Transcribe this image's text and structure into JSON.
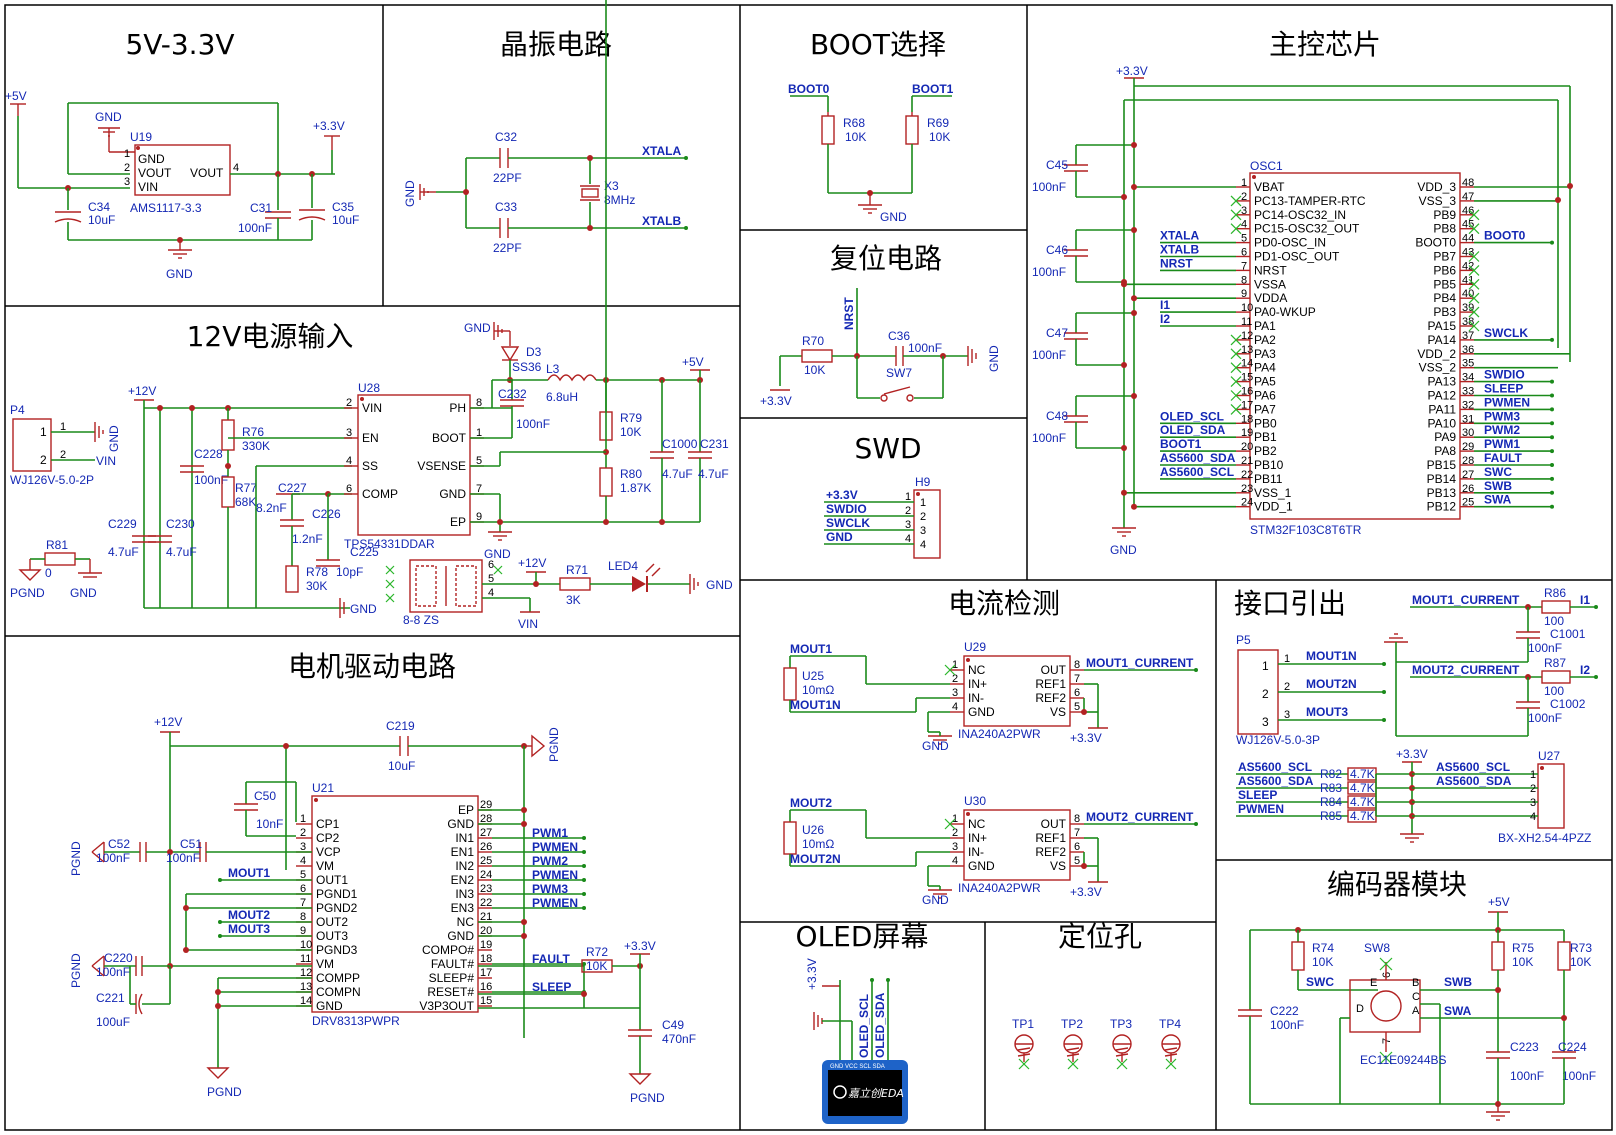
{
  "sections": {
    "s5v": "5V-3.3V",
    "osc": "晶振电路",
    "boot": "BOOT选择",
    "mcu": "主控芯片",
    "pwr12": "12V电源输入",
    "reset": "复位电路",
    "swd": "SWD",
    "motor": "电机驱动电路",
    "current": "电流检测",
    "iface": "接口引出",
    "encoder": "编码器模块",
    "oled": "OLED屏幕",
    "holes": "定位孔"
  },
  "ldo": {
    "net_5v": "+5V",
    "net_33": "+3.3V",
    "gnd": "GND",
    "gnd2": "GND",
    "ref": "U19",
    "part": "AMS1117-3.3",
    "p1": "GND",
    "p2": "VOUT",
    "p3": "VIN",
    "p4": "VOUT",
    "n1": "1",
    "n2": "2",
    "n3": "3",
    "n4": "4",
    "c34": "C34",
    "c34v": "10uF",
    "c31": "C31",
    "c31v": "100nF",
    "c35": "C35",
    "c35v": "10uF"
  },
  "osc": {
    "c32": "C32",
    "c32v": "22PF",
    "c33": "C33",
    "c33v": "22PF",
    "x3": "X3",
    "x3v": "8MHz",
    "xtala": "XTALA",
    "xtalb": "XTALB",
    "gnd": "GND"
  },
  "boot": {
    "boot0": "BOOT0",
    "boot1": "BOOT1",
    "r68": "R68",
    "r68v": "10K",
    "r69": "R69",
    "r69v": "10K",
    "gnd": "GND"
  },
  "reset": {
    "nrst": "NRST",
    "r70": "R70",
    "r70v": "10K",
    "c36": "C36",
    "c36v": "100nF",
    "sw": "SW7",
    "v33": "+3.3V",
    "gnd": "GND"
  },
  "swd": {
    "ref": "H9",
    "nets": [
      "+3.3V",
      "SWDIO",
      "SWCLK",
      "GND"
    ],
    "pins": [
      "1",
      "2",
      "3",
      "4"
    ]
  },
  "mcu": {
    "ref": "OSC1",
    "part": "STM32F103C8T6TR",
    "v33": "+3.3V",
    "gnd": "GND",
    "caps": [
      {
        "ref": "C45",
        "val": "100nF"
      },
      {
        "ref": "C46",
        "val": "100nF"
      },
      {
        "ref": "C47",
        "val": "100nF"
      },
      {
        "ref": "C48",
        "val": "100nF"
      }
    ],
    "left_pins": [
      {
        "n": "1",
        "name": "VBAT",
        "net": ""
      },
      {
        "n": "2",
        "name": "PC13-TAMPER-RTC",
        "net": ""
      },
      {
        "n": "3",
        "name": "PC14-OSC32_IN",
        "net": ""
      },
      {
        "n": "4",
        "name": "PC15-OSC32_OUT",
        "net": ""
      },
      {
        "n": "5",
        "name": "PD0-OSC_IN",
        "net": "XTALA"
      },
      {
        "n": "6",
        "name": "PD1-OSC_OUT",
        "net": "XTALB"
      },
      {
        "n": "7",
        "name": "NRST",
        "net": "NRST"
      },
      {
        "n": "8",
        "name": "VSSA",
        "net": ""
      },
      {
        "n": "9",
        "name": "VDDA",
        "net": ""
      },
      {
        "n": "10",
        "name": "PA0-WKUP",
        "net": "I1"
      },
      {
        "n": "11",
        "name": "PA1",
        "net": "I2"
      },
      {
        "n": "12",
        "name": "PA2",
        "net": ""
      },
      {
        "n": "13",
        "name": "PA3",
        "net": ""
      },
      {
        "n": "14",
        "name": "PA4",
        "net": ""
      },
      {
        "n": "15",
        "name": "PA5",
        "net": ""
      },
      {
        "n": "16",
        "name": "PA6",
        "net": ""
      },
      {
        "n": "17",
        "name": "PA7",
        "net": ""
      },
      {
        "n": "18",
        "name": "PB0",
        "net": "OLED_SCL"
      },
      {
        "n": "19",
        "name": "PB1",
        "net": "OLED_SDA"
      },
      {
        "n": "20",
        "name": "PB2",
        "net": "BOOT1"
      },
      {
        "n": "21",
        "name": "PB10",
        "net": "AS5600_SDA"
      },
      {
        "n": "22",
        "name": "PB11",
        "net": "AS5600_SCL"
      },
      {
        "n": "23",
        "name": "VSS_1",
        "net": ""
      },
      {
        "n": "24",
        "name": "VDD_1",
        "net": ""
      }
    ],
    "right_pins": [
      {
        "n": "48",
        "name": "VDD_3",
        "net": ""
      },
      {
        "n": "47",
        "name": "VSS_3",
        "net": ""
      },
      {
        "n": "46",
        "name": "PB9",
        "net": ""
      },
      {
        "n": "45",
        "name": "PB8",
        "net": ""
      },
      {
        "n": "44",
        "name": "BOOT0",
        "net": "BOOT0"
      },
      {
        "n": "43",
        "name": "PB7",
        "net": ""
      },
      {
        "n": "42",
        "name": "PB6",
        "net": ""
      },
      {
        "n": "41",
        "name": "PB5",
        "net": ""
      },
      {
        "n": "40",
        "name": "PB4",
        "net": ""
      },
      {
        "n": "39",
        "name": "PB3",
        "net": ""
      },
      {
        "n": "38",
        "name": "PA15",
        "net": ""
      },
      {
        "n": "37",
        "name": "PA14",
        "net": "SWCLK"
      },
      {
        "n": "36",
        "name": "VDD_2",
        "net": ""
      },
      {
        "n": "35",
        "name": "VSS_2",
        "net": ""
      },
      {
        "n": "34",
        "name": "PA13",
        "net": "SWDIO"
      },
      {
        "n": "33",
        "name": "PA12",
        "net": "SLEEP"
      },
      {
        "n": "32",
        "name": "PA11",
        "net": "PWMEN"
      },
      {
        "n": "31",
        "name": "PA10",
        "net": "PWM3"
      },
      {
        "n": "30",
        "name": "PA9",
        "net": "PWM2"
      },
      {
        "n": "29",
        "name": "PA8",
        "net": "PWM1"
      },
      {
        "n": "28",
        "name": "PB15",
        "net": "FAULT"
      },
      {
        "n": "27",
        "name": "PB14",
        "net": "SWC"
      },
      {
        "n": "26",
        "name": "PB13",
        "net": "SWB"
      },
      {
        "n": "25",
        "name": "PB12",
        "net": "SWA"
      }
    ]
  },
  "pwr12": {
    "p4": "P4",
    "p4part": "WJ126V-5.0-2P",
    "gnd": "GND",
    "vin": "VIN",
    "v12": "+12V",
    "v5": "+5V",
    "u28": "U28",
    "u28part": "TPS54331DDAR",
    "pins_l": [
      "VIN",
      "EN",
      "SS",
      "COMP"
    ],
    "pins_ln": [
      "2",
      "3",
      "4",
      "6"
    ],
    "pins_r": [
      "PH",
      "BOOT",
      "VSENSE",
      "GND",
      "EP"
    ],
    "pins_rn": [
      "8",
      "1",
      "5",
      "7",
      "9"
    ],
    "d3": "D3",
    "d3v": "SS36",
    "l3": "L3",
    "l3v": "6.8uH",
    "c232": "C232",
    "c232v": "100nF",
    "r79": "R79",
    "r79v": "10K",
    "r80": "R80",
    "r80v": "1.87K",
    "c1000": "C1000",
    "c1000v": "4.7uF",
    "c231": "C231",
    "c231v": "4.7uF",
    "r76": "R76",
    "r76v": "330K",
    "r77": "R77",
    "r77v": "68K",
    "c228": "C228",
    "c228v": "100nF",
    "c227": "C227",
    "c227v": "8.2nF",
    "c226": "C226",
    "c226v": "1.2nF",
    "c225": "C225",
    "c225v": "10pF",
    "r78": "R78",
    "r78v": "30K",
    "c229": "C229",
    "c229v": "4.7uF",
    "c230": "C230",
    "c230v": "4.7uF",
    "r81": "R81",
    "r81v": "0",
    "pgnd": "PGND",
    "sw": "8-8 ZS",
    "r71": "R71",
    "r71v": "3K",
    "led": "LED4"
  },
  "motor": {
    "u21": "U21",
    "part": "DRV8313PWPR",
    "v12": "+12V",
    "pgnd": "PGND",
    "v33": "+3.3V",
    "c219": "C219",
    "c219v": "10uF",
    "c50": "C50",
    "c50v": "10nF",
    "c52": "C52",
    "c52v": "100nF",
    "c51": "C51",
    "c51v": "100nF",
    "c220": "C220",
    "c220v": "100nF",
    "c221": "C221",
    "c221v": "100uF",
    "c49": "C49",
    "c49v": "470nF",
    "r72": "R72",
    "r72v": "10K",
    "lp": [
      "CP1",
      "CP2",
      "VCP",
      "VM",
      "OUT1",
      "PGND1",
      "PGND2",
      "OUT2",
      "OUT3",
      "PGND3",
      "VM",
      "COMPP",
      "COMPN",
      "GND"
    ],
    "ln": [
      "1",
      "2",
      "3",
      "4",
      "5",
      "6",
      "7",
      "8",
      "9",
      "10",
      "11",
      "12",
      "13",
      "14"
    ],
    "rp": [
      "EP",
      "GND",
      "IN1",
      "EN1",
      "IN2",
      "EN2",
      "IN3",
      "EN3",
      "NC",
      "GND",
      "COMPO#",
      "FAULT#",
      "SLEEP#",
      "RESET#",
      "V3P3OUT"
    ],
    "rn": [
      "29",
      "28",
      "27",
      "26",
      "25",
      "24",
      "23",
      "22",
      "21",
      "20",
      "19",
      "18",
      "17",
      "16",
      "15"
    ],
    "nets_r": [
      "",
      "",
      "PWM1",
      "PWMEN",
      "PWM2",
      "PWMEN",
      "PWM3",
      "PWMEN",
      "",
      "",
      "",
      "FAULT",
      "",
      "SLEEP",
      ""
    ],
    "mout1": "MOUT1",
    "mout2": "MOUT2",
    "mout3": "MOUT3"
  },
  "current": {
    "a": {
      "u": "U29",
      "r": "U25",
      "rv": "10mΩ",
      "p": "MOUT1",
      "n": "MOUT1N",
      "out": "MOUT1_CURRENT"
    },
    "b": {
      "u": "U30",
      "r": "U26",
      "rv": "10mΩ",
      "p": "MOUT2",
      "n": "MOUT2N",
      "out": "MOUT2_CURRENT"
    },
    "part": "INA240A2PWR",
    "gnd": "GND",
    "v33": "+3.3V",
    "lp": [
      "NC",
      "IN+",
      "IN-",
      "GND"
    ],
    "ln": [
      "1",
      "2",
      "3",
      "4"
    ],
    "rp": [
      "OUT",
      "REF1",
      "REF2",
      "VS"
    ],
    "rn": [
      "8",
      "7",
      "6",
      "5"
    ]
  },
  "iface": {
    "p5": "P5",
    "p5part": "WJ126V-5.0-3P",
    "nets": [
      "MOUT1N",
      "MOUT2N",
      "MOUT3"
    ],
    "pins": [
      "1",
      "2",
      "3"
    ],
    "m1c": "MOUT1_CURRENT",
    "m2c": "MOUT2_CURRENT",
    "r86": "R86",
    "r86v": "100",
    "c1001": "C1001",
    "c1001v": "100nF",
    "r87": "R87",
    "r87v": "100",
    "c1002": "C1002",
    "c1002v": "100nF",
    "i1": "I1",
    "i2": "I2",
    "v33": "+3.3V",
    "u27": "U27",
    "u27part": "BX-XH2.54-4PZZ",
    "rows": [
      {
        "net": "AS5600_SCL",
        "r": "R82",
        "v": "4.7K",
        "out": "AS5600_SCL"
      },
      {
        "net": "AS5600_SDA",
        "r": "R83",
        "v": "4.7K",
        "out": "AS5600_SDA"
      },
      {
        "net": "SLEEP",
        "r": "R84",
        "v": "4.7K",
        "out": ""
      },
      {
        "net": "PWMEN",
        "r": "R85",
        "v": "4.7K",
        "out": ""
      }
    ]
  },
  "encoder": {
    "v5": "+5V",
    "r74": "R74",
    "r74v": "10K",
    "r75": "R75",
    "r75v": "10K",
    "r73": "R73",
    "r73v": "10K",
    "sw": "SW8",
    "part": "EC11E09244BS",
    "c222": "C222",
    "c222v": "100nF",
    "c223": "C223",
    "c223v": "100nF",
    "c224": "C224",
    "c224v": "100nF",
    "swc": "SWC",
    "swb": "SWB",
    "swa": "SWA",
    "pe": "E",
    "pb": "B",
    "pc": "C",
    "pa": "A",
    "pd": "D",
    "p6": "6",
    "p7": "7"
  },
  "oled": {
    "v33": "+3.3V",
    "scl": "OLED_SCL",
    "sda": "OLED_SDA",
    "hdr": "GND VCC SCL SDA",
    "logo": "嘉立创EDA"
  },
  "holes": {
    "items": [
      "TP1",
      "TP2",
      "TP3",
      "TP4"
    ]
  }
}
